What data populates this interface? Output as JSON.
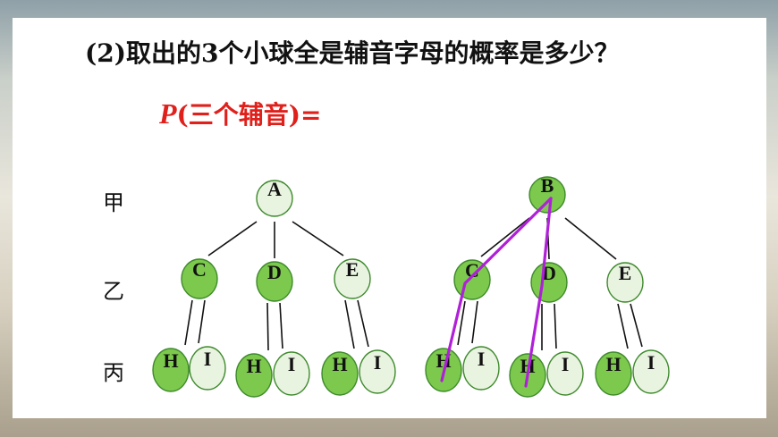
{
  "slide": {
    "corner_note": "· · · · ·",
    "question": "(2)取出的3个小球全是辅音字母的概率是多少？",
    "formula": {
      "p_symbol": "P",
      "rest": "(三个辅音)="
    },
    "levels": [
      "甲",
      "乙",
      "丙"
    ]
  },
  "colors": {
    "consonant_fill": "#7cc94d",
    "vowel_fill": "#e8f3e0",
    "node_stroke": "#3e8a2c",
    "edge": "#111111",
    "highlight_path": "#b020d8",
    "formula_red": "#e0201b"
  },
  "trees": [
    {
      "root": {
        "label": "A",
        "type": "vowel"
      },
      "children": [
        {
          "label": "C",
          "type": "consonant",
          "children": [
            {
              "label": "H",
              "type": "consonant"
            },
            {
              "label": "I",
              "type": "vowel"
            }
          ]
        },
        {
          "label": "D",
          "type": "consonant",
          "children": [
            {
              "label": "H",
              "type": "consonant"
            },
            {
              "label": "I",
              "type": "vowel"
            }
          ]
        },
        {
          "label": "E",
          "type": "vowel",
          "children": [
            {
              "label": "H",
              "type": "consonant"
            },
            {
              "label": "I",
              "type": "vowel"
            }
          ]
        }
      ]
    },
    {
      "root": {
        "label": "B",
        "type": "consonant"
      },
      "children": [
        {
          "label": "C",
          "type": "consonant",
          "children": [
            {
              "label": "H",
              "type": "consonant"
            },
            {
              "label": "I",
              "type": "vowel"
            }
          ]
        },
        {
          "label": "D",
          "type": "consonant",
          "children": [
            {
              "label": "H",
              "type": "consonant"
            },
            {
              "label": "I",
              "type": "vowel"
            }
          ]
        },
        {
          "label": "E",
          "type": "vowel",
          "children": [
            {
              "label": "H",
              "type": "consonant"
            },
            {
              "label": "I",
              "type": "vowel"
            }
          ]
        }
      ],
      "highlighted_paths": [
        [
          "B",
          "C",
          "H"
        ],
        [
          "B",
          "D",
          "H"
        ]
      ]
    }
  ]
}
